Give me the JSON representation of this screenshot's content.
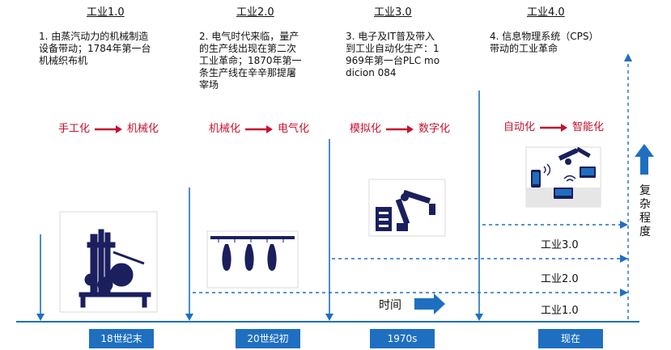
{
  "eras": [
    {
      "title": "工业1.0",
      "desc": [
        "1. 由蒸汽动力的机械制造",
        "设备带动；1784年第一台",
        "机械织布机"
      ],
      "from": "手工化",
      "to": "机械化",
      "date": "18世纪末"
    },
    {
      "title": "工业2.0",
      "desc": [
        "2. 电气时代来临，量产",
        "的生产线出现在第二次",
        "工业革命；1870年第一",
        "条生产线在辛辛那提屠",
        "宰场"
      ],
      "from": "机械化",
      "to": "电气化",
      "date": "20世纪初"
    },
    {
      "title": "工业3.0",
      "desc": [
        "3. 电子及IT普及带入",
        "到工业自动化生产：1",
        "969年第一台PLC mo",
        "dicion 084"
      ],
      "from": "模拟化",
      "to": "数字化",
      "date": "1970s"
    },
    {
      "title": "工业4.0",
      "desc": [
        "4. 信息物理系统（CPS）",
        "带动的工业革命"
      ],
      "from": "自动化",
      "to": "智能化",
      "date": "现在"
    }
  ],
  "levels": [
    "工业3.0",
    "工业2.0",
    "工业1.0"
  ],
  "time_label": "时间",
  "complexity_label": [
    "复",
    "杂",
    "程",
    "度"
  ],
  "colors": {
    "accent": "#1f6fc0",
    "shift": "#c8102e",
    "icon": "#1b1f5e"
  }
}
